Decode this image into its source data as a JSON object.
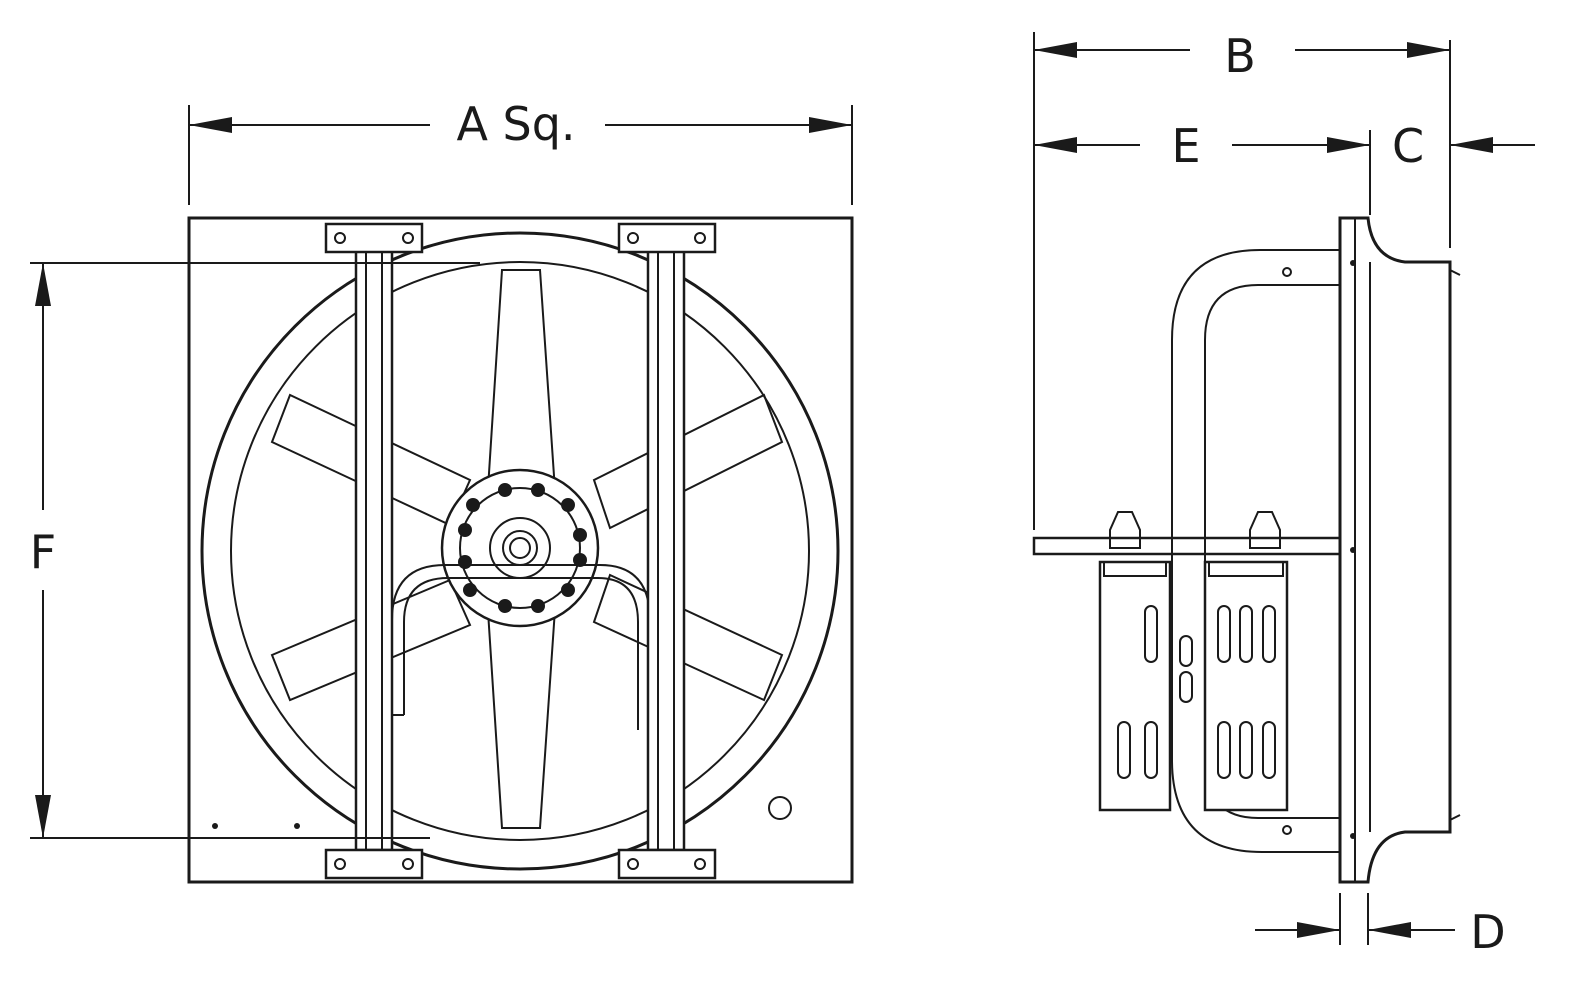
{
  "labels": {
    "a": "A Sq.",
    "b": "B",
    "c": "C",
    "d": "D",
    "e": "E",
    "f": "F"
  }
}
